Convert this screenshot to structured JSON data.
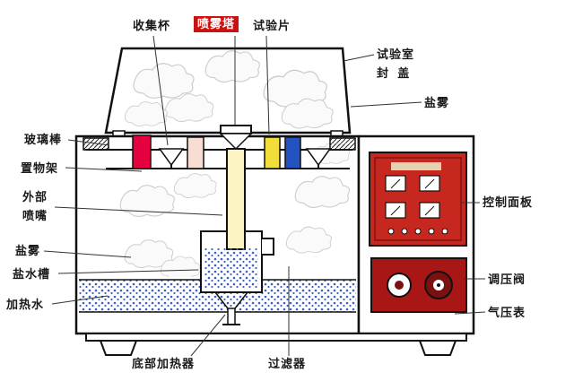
{
  "diagram": {
    "labels": {
      "collection_cup": "收集杯",
      "spray_tower": "喷雾塔",
      "test_piece": "试验片",
      "chamber_cover_line1": "试验室",
      "chamber_cover_line2": "封  盖",
      "salt_mist_right": "盐雾",
      "control_panel": "控制面板",
      "pressure_valve": "调压阀",
      "pressure_gauge": "气压表",
      "glass_rod": "玻璃棒",
      "shelf_rack": "置物架",
      "external_nozzle_line1": "外部",
      "external_nozzle_line2": "喷嘴",
      "salt_mist_left": "盐雾",
      "salt_water_tank": "盐水槽",
      "heating_water": "加热水",
      "bottom_heater": "底部加热器",
      "filter": "过滤器"
    },
    "colors": {
      "spray_tower_label_bg": "#cc1111",
      "spray_tower_label_text": "#ffffff",
      "red_sample": "#e50040",
      "pink_sample": "#f7ddd2",
      "yellow_sample": "#f2de3a",
      "blue_sample": "#2353c0",
      "tower_column": "#fbf3c2",
      "control_panel_red": "#c62820",
      "valve_panel_red": "#a81616",
      "water_dot_blue": "#3a5fc8"
    }
  }
}
